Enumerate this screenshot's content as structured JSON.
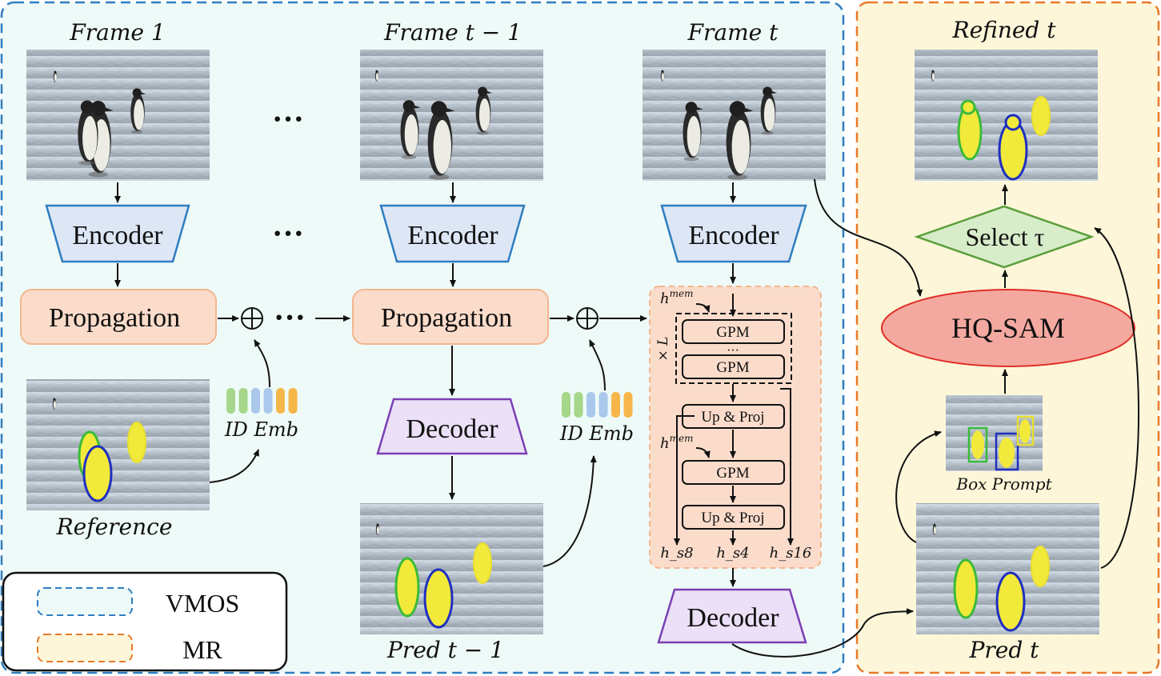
{
  "frames": {
    "frame1": "Frame 1",
    "frame_prev": "Frame t − 1",
    "frame_t": "Frame t",
    "refined": "Refined t",
    "reference": "Reference",
    "pred_prev": "Pred t − 1",
    "pred_t": "Pred t",
    "box_prompt": "Box Prompt"
  },
  "blocks": {
    "encoder": "Encoder",
    "propagation": "Propagation",
    "decoder": "Decoder",
    "id_emb": "ID Emb",
    "select": "Select τ",
    "hq_sam": "HQ-SAM"
  },
  "decoder_detail": {
    "h_mem": "h",
    "h_mem_sup": "mem",
    "times_l": "× L",
    "gpm": "GPM",
    "ellipsis": "···",
    "up_proj": "Up & Proj",
    "h_s8": "h_s8",
    "h_s4": "h_s4",
    "h_s16": "h_s16"
  },
  "ellipsis_mark": "···",
  "legend": {
    "vmos": "VMOS",
    "mr": "MR"
  },
  "colors": {
    "vmos_border": "#2f7dc0",
    "vmos_fill": "#eefaf8",
    "mr_border": "#e87a2a",
    "mr_fill": "#fdf6d9",
    "encoder_fill": "#dde6f5",
    "encoder_border": "#2f7dc0",
    "propagation_fill": "#fbdccb",
    "propagation_border": "#f3b58f",
    "decoder_fill": "#ebe0f7",
    "decoder_border": "#7b3fb4",
    "select_fill": "#d7ecc9",
    "select_border": "#5a9e3a",
    "hqsam_fill": "#f4a9a0",
    "hqsam_border": "#e0302a",
    "detail_fill": "#fbdccb",
    "detail_border": "#f3b58f",
    "mask_green": "#3aba3a",
    "mask_blue": "#1f2fc0",
    "mask_yellow": "#f2ea3a"
  },
  "id_emb_bar_colors": [
    "#a6d68a",
    "#a6d68a",
    "#a9c8ec",
    "#a9c8ec",
    "#f7b64a",
    "#f7b64a"
  ]
}
